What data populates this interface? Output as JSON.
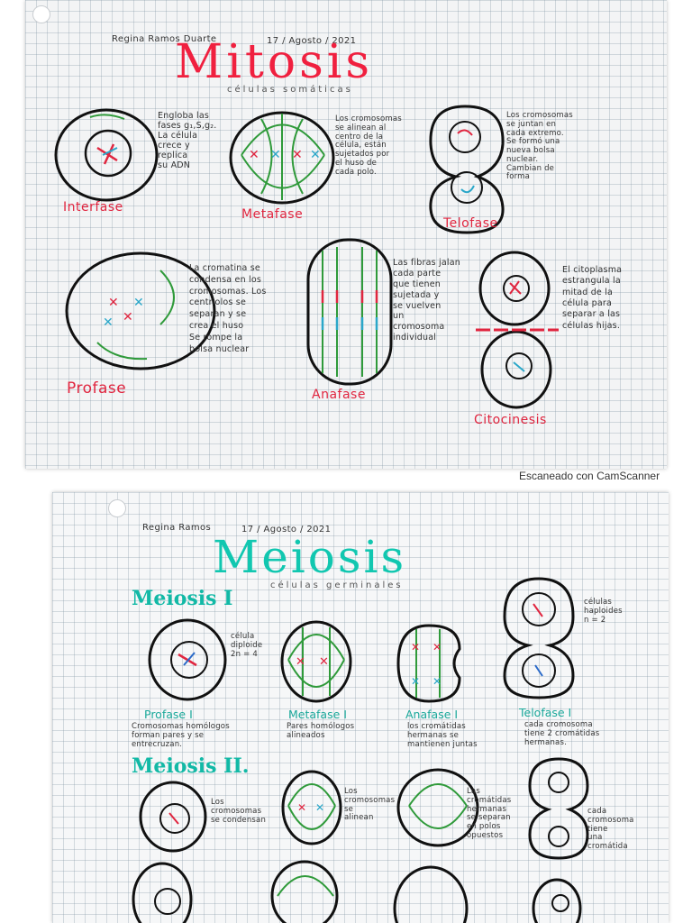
{
  "top_page": {
    "author": "Regina Ramos Duarte",
    "date": "17 / Agosto / 2021",
    "title": "Mitosis",
    "subtitle": "células somáticas",
    "stages": [
      {
        "label": "Interfase",
        "text": [
          "Engloba las",
          "fases g₁,S,g₂.",
          "La célula",
          "crece y",
          "replica",
          "su ADN"
        ]
      },
      {
        "label": "Metafase",
        "text": [
          "Los cromosomas",
          "se alinean al",
          "centro de la",
          "célula, están",
          "sujetados por",
          "el huso de",
          "cada polo."
        ]
      },
      {
        "label": "Telofase",
        "text": [
          "Los cromosomas",
          "se juntan en",
          "cada extremo.",
          "Se formó una",
          "nueva bolsa",
          "nuclear.",
          "Cambian de",
          "forma"
        ]
      },
      {
        "label": "Profase",
        "text": [
          "La cromatina se",
          "condensa en los",
          "cromosomas. Los",
          "centriolos se",
          "separan y se",
          "crea el huso",
          "Se rompe la",
          "bolsa nuclear"
        ]
      },
      {
        "label": "Anafase",
        "text": [
          "Las fibras jalan",
          "cada parte",
          "que tienen",
          "sujetada y",
          "se vuelven",
          "un",
          "cromosoma",
          "individual"
        ]
      },
      {
        "label": "Citocinesis",
        "text": [
          "El citoplasma",
          "estrangula la",
          "mitad de la",
          "célula para",
          "separar a las",
          "células hijas."
        ]
      }
    ]
  },
  "scanner_text": "Escaneado con CamScanner",
  "bottom_page": {
    "author": "Regina Ramos",
    "date": "17 / Agosto / 2021",
    "title": "Meiosis",
    "subtitle": "células germinales",
    "section1": "Meiosis I",
    "section2": "Meiosis II.",
    "note_diploid": [
      "célula",
      "diploide",
      "2n = 4"
    ],
    "note_haploid": [
      "células",
      "haploides",
      "n = 2"
    ],
    "stages1": [
      {
        "label": "Profase I",
        "text": [
          "Cromosomas homólogos",
          "forman pares y se",
          "entrecruzan."
        ]
      },
      {
        "label": "Metafase I",
        "text": [
          "Pares homólogos",
          "alineados"
        ]
      },
      {
        "label": "Anafase I",
        "text": [
          "los cromátidas",
          "hermanas se",
          "mantienen juntas"
        ]
      },
      {
        "label": "Telofase I",
        "text": [
          "cada cromosoma",
          "tiene 2 cromátidas",
          "hermanas."
        ]
      }
    ],
    "stages2": [
      {
        "text": [
          "Los",
          "cromosomas",
          "se condensan"
        ]
      },
      {
        "text": [
          "Los",
          "cromosomas",
          "se",
          "alinean"
        ]
      },
      {
        "text": [
          "Las",
          "cromátidas",
          "hermanas",
          "se separan",
          "en polos",
          "opuestos"
        ]
      },
      {
        "text": [
          "cada",
          "cromosoma",
          "tiene",
          "una",
          "cromátida"
        ]
      }
    ]
  },
  "colors": {
    "red": "#f0203f",
    "teal": "#11c7b0",
    "green": "#2f9a3a",
    "blue": "#2aa7c9"
  }
}
